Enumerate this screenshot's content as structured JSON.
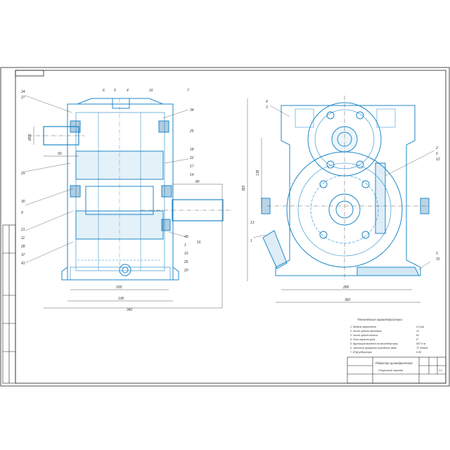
{
  "colors": {
    "line": "#1f88c9",
    "line_dark": "#1a6fa8",
    "dim": "#333333",
    "frame": "#222222"
  },
  "left_view": {
    "callouts_left": [
      "24",
      "27",
      "29",
      "30",
      "9",
      "21",
      "11",
      "28",
      "37",
      "41"
    ],
    "callouts_top": [
      "6",
      "5",
      "4",
      "16",
      "7"
    ],
    "callouts_right": [
      "34",
      "25",
      "18",
      "22",
      "17",
      "14",
      "40",
      "1",
      "15",
      "26",
      "20"
    ],
    "dims": {
      "shaft_len": "90",
      "overall_w": "342",
      "base_w": "200",
      "center": "190",
      "shaft_dia": "Ø55",
      "out_shaft": "80",
      "side_h": "16"
    }
  },
  "right_view": {
    "callouts_top": [
      "4",
      "3"
    ],
    "callouts_right": [
      "2",
      "6",
      "12",
      "5",
      "31"
    ],
    "callouts_left": [
      "13",
      "1"
    ],
    "dims": {
      "height": "365",
      "mid": "136",
      "base_w": "285",
      "overall_w": "360"
    }
  },
  "notes": {
    "title": "Технические характеристики",
    "rows": [
      {
        "text": "1. Модуль зацепления",
        "val": "2,5 мм"
      },
      {
        "text": "2. Число зубьев шестерни",
        "val": "21"
      },
      {
        "text": "3. Число зубьев колеса",
        "val": "82"
      },
      {
        "text": "4. Угол наклона зуба",
        "val": "0°"
      },
      {
        "text": "5. Крутящий момент на выходном валу",
        "val": "557 Н·м"
      },
      {
        "text": "6. Частота вращения выходного вала",
        "val": "72 об/мин"
      },
      {
        "text": "7. КПД редуктора",
        "val": "0,95"
      }
    ]
  },
  "title_block": {
    "doc_title": "Редуктор цилиндрический",
    "subtitle": "Сборочный чертёж",
    "sheet": "1:2"
  }
}
